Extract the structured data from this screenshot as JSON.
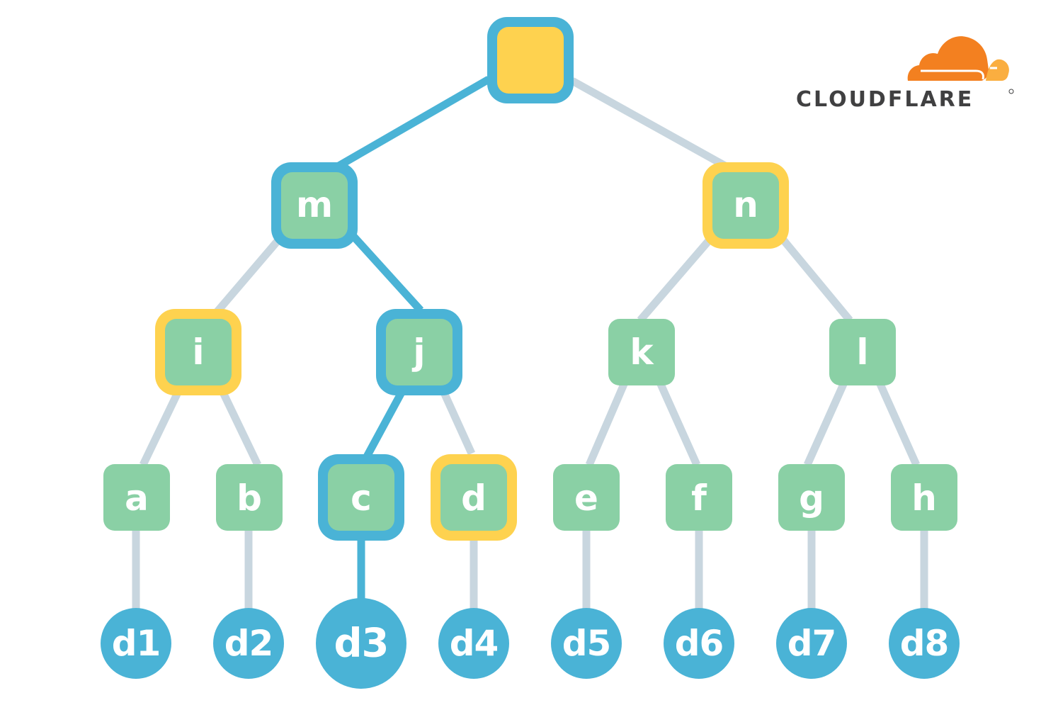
{
  "logo": {
    "text": "CLOUDFLARE",
    "colors": {
      "cloud_primary": "#f38020",
      "cloud_secondary": "#faae40",
      "text": "#404041"
    }
  },
  "colors": {
    "edge": "#c8d6df",
    "proof_path": "#4ab3d6",
    "sibling_highlight": "#fed24f",
    "node": "#8ad0a5",
    "root": "#fed24f",
    "data_leaf": "#4ab3d6"
  },
  "tree": {
    "root": {
      "label": "",
      "style": "root-on-path"
    },
    "level1": [
      {
        "label": "m",
        "style": "path"
      },
      {
        "label": "n",
        "style": "sibling"
      }
    ],
    "level2": [
      {
        "label": "i",
        "style": "sibling"
      },
      {
        "label": "j",
        "style": "path"
      },
      {
        "label": "k",
        "style": "plain"
      },
      {
        "label": "l",
        "style": "plain"
      }
    ],
    "level3": [
      {
        "label": "a",
        "style": "plain"
      },
      {
        "label": "b",
        "style": "plain"
      },
      {
        "label": "c",
        "style": "path"
      },
      {
        "label": "d",
        "style": "sibling"
      },
      {
        "label": "e",
        "style": "plain"
      },
      {
        "label": "f",
        "style": "plain"
      },
      {
        "label": "g",
        "style": "plain"
      },
      {
        "label": "h",
        "style": "plain"
      }
    ],
    "data": [
      {
        "label": "d1",
        "style": "plain"
      },
      {
        "label": "d2",
        "style": "plain"
      },
      {
        "label": "d3",
        "style": "path"
      },
      {
        "label": "d4",
        "style": "plain"
      },
      {
        "label": "d5",
        "style": "plain"
      },
      {
        "label": "d6",
        "style": "plain"
      },
      {
        "label": "d7",
        "style": "plain"
      },
      {
        "label": "d8",
        "style": "plain"
      }
    ]
  }
}
